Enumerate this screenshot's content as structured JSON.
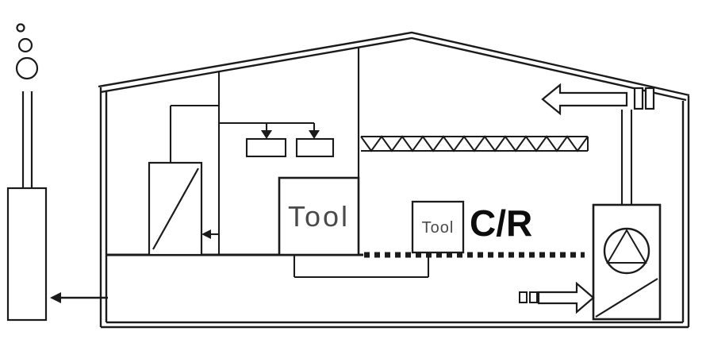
{
  "diagram": {
    "title": "cleanroom-facility-cross-section",
    "labels": {
      "tool_large": "Tool",
      "tool_small": "Tool",
      "cleanroom": "C/R"
    },
    "colors": {
      "line": "#1b1b1b",
      "background": "#ffffff",
      "tool_text": "#4a4a4a",
      "cleanroom_text": "#0d0d0d"
    }
  }
}
